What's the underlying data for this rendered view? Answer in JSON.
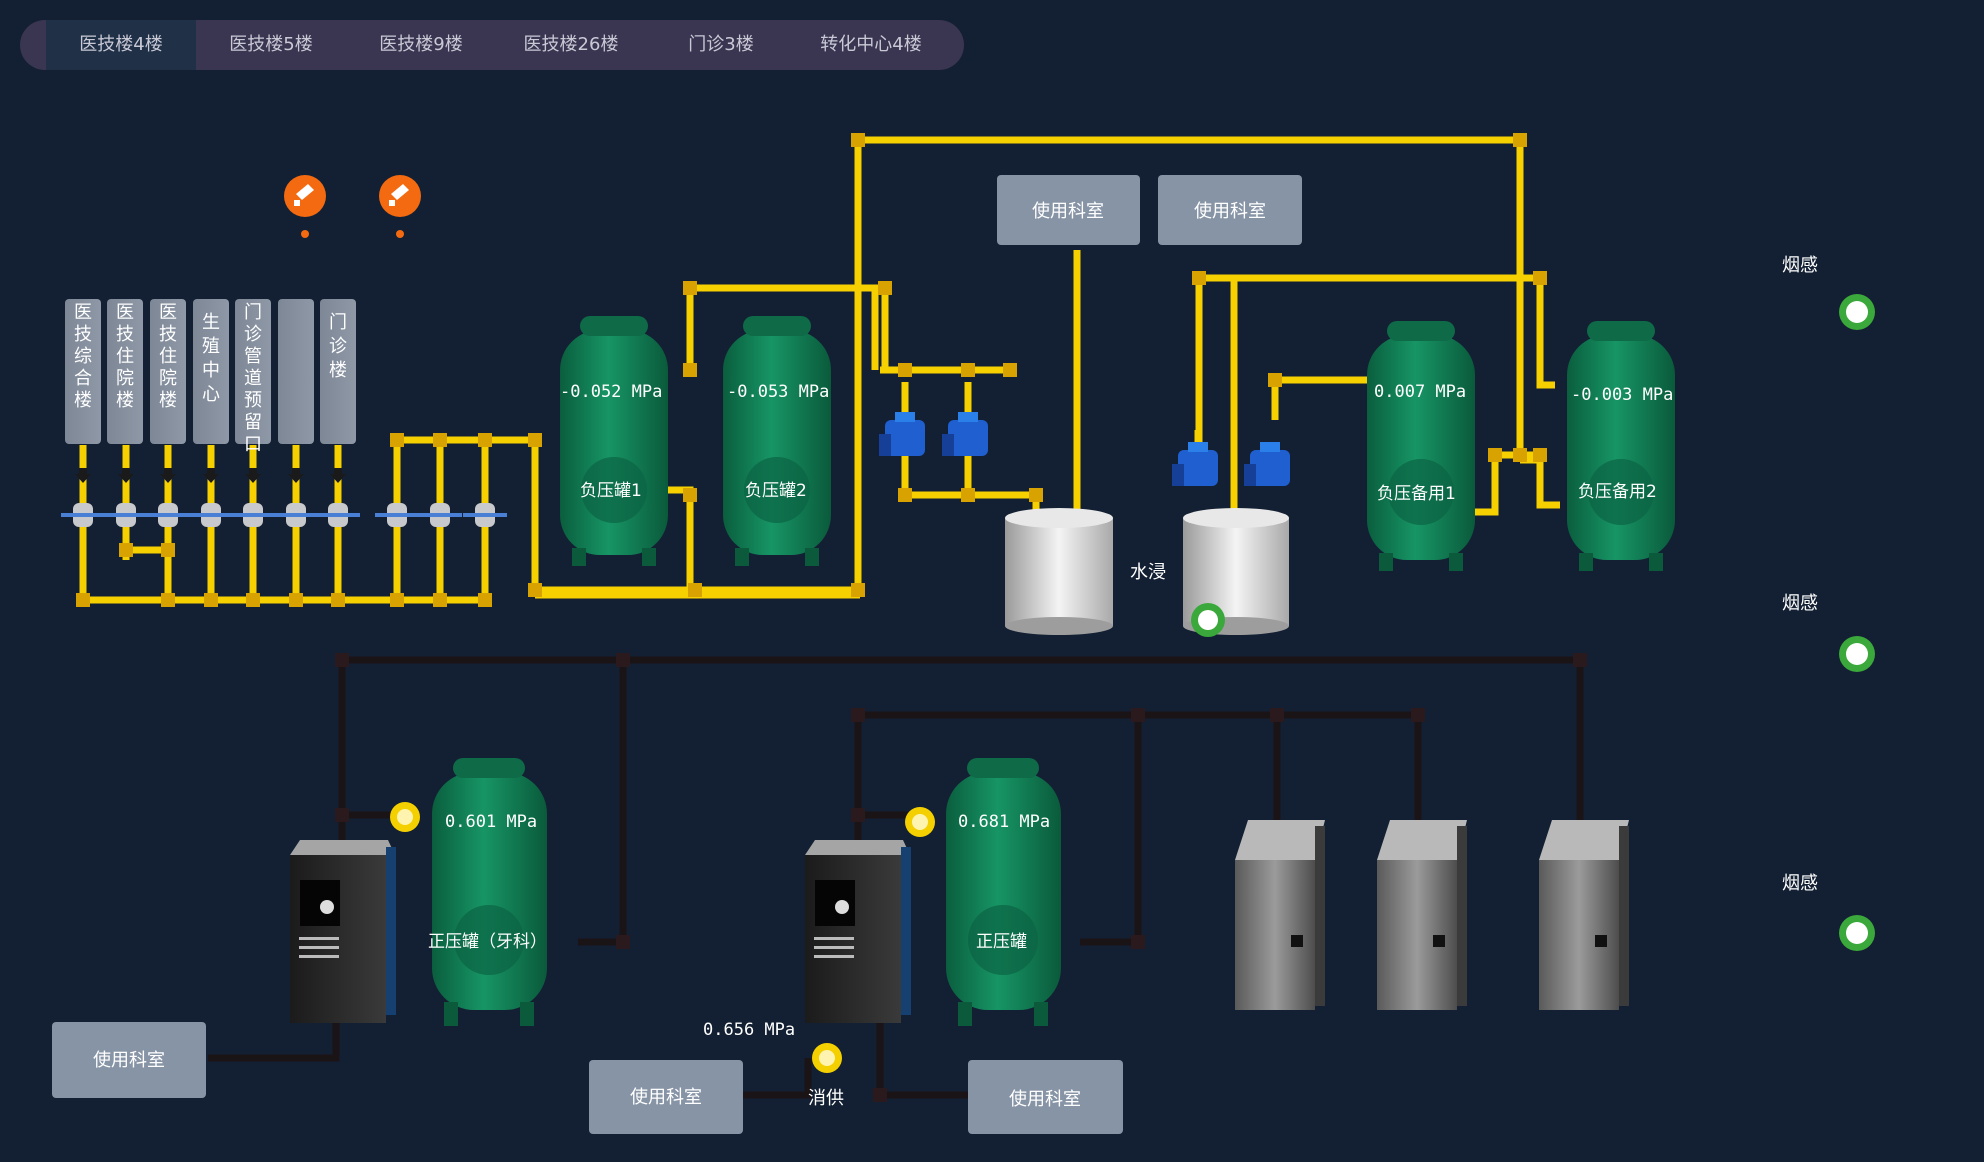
{
  "tabs": [
    {
      "label": "医技楼4楼",
      "active": true
    },
    {
      "label": "医技楼5楼"
    },
    {
      "label": "医技楼9楼"
    },
    {
      "label": "医技楼26楼"
    },
    {
      "label": "门诊3楼"
    },
    {
      "label": "转化中心4楼"
    }
  ],
  "columns": [
    "医技综合楼",
    "医技住院楼",
    "医技住院楼",
    "生殖中心",
    "门诊管道预留口",
    "",
    "门诊楼"
  ],
  "tanks": {
    "neg1": {
      "pressure": "-0.052 MPa",
      "name": "负压罐1"
    },
    "neg2": {
      "pressure": "-0.053 MPa",
      "name": "负压罐2"
    },
    "spare1": {
      "pressure": "0.007 MPa",
      "name": "负压备用1"
    },
    "spare2": {
      "pressure": "-0.003 MPa",
      "name": "负压备用2"
    },
    "pos_dental": {
      "pressure": "0.601 MPa",
      "name": "正压罐（牙科）"
    },
    "pos": {
      "pressure": "0.681 MPa",
      "name": "正压罐"
    }
  },
  "rooms": {
    "top1": "使用科室",
    "top2": "使用科室",
    "bottom_left": "使用科室",
    "bottom_mid": "使用科室",
    "bottom_right": "使用科室"
  },
  "water_label": "水浸",
  "smoke": [
    "烟感",
    "烟感",
    "烟感"
  ],
  "supply": {
    "pressure": "0.656 MPa",
    "label": "消供"
  },
  "colors": {
    "pipe_yellow": "#f8d000",
    "pipe_dark": "#1a1214",
    "tank_green": "#0f7a52",
    "status_green": "#3aa83a",
    "background": "#132033"
  }
}
